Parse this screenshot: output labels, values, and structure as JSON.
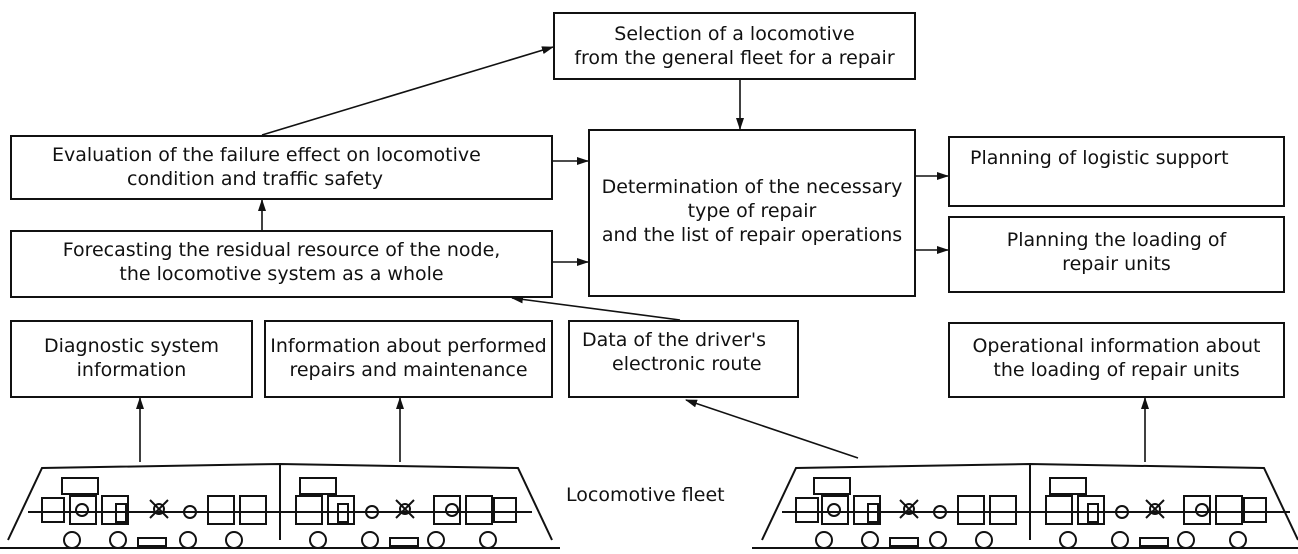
{
  "boxes": {
    "selection": [
      "Selection of a locomotive",
      "from the general fleet for a repair"
    ],
    "evaluation": [
      "Evaluation of the failure effect on locomotive",
      "condition and traffic safety"
    ],
    "determination": [
      "Determination of the necessary",
      "type of repair",
      "and the list of repair operations"
    ],
    "logistic": [
      "Planning of logistic support"
    ],
    "loading": [
      "Planning the loading of",
      "repair units"
    ],
    "forecasting": [
      "Forecasting the residual resource of the node,",
      "the locomotive system as a whole"
    ],
    "diagnostic": [
      "Diagnostic system",
      "information"
    ],
    "repairs_info": [
      "Information about performed",
      "repairs and maintenance"
    ],
    "driver_route": [
      "Data of the driver's",
      "electronic route"
    ],
    "operational": [
      "Operational information about",
      "the loading of repair units"
    ]
  },
  "fleet_label": "Locomotive fleet"
}
